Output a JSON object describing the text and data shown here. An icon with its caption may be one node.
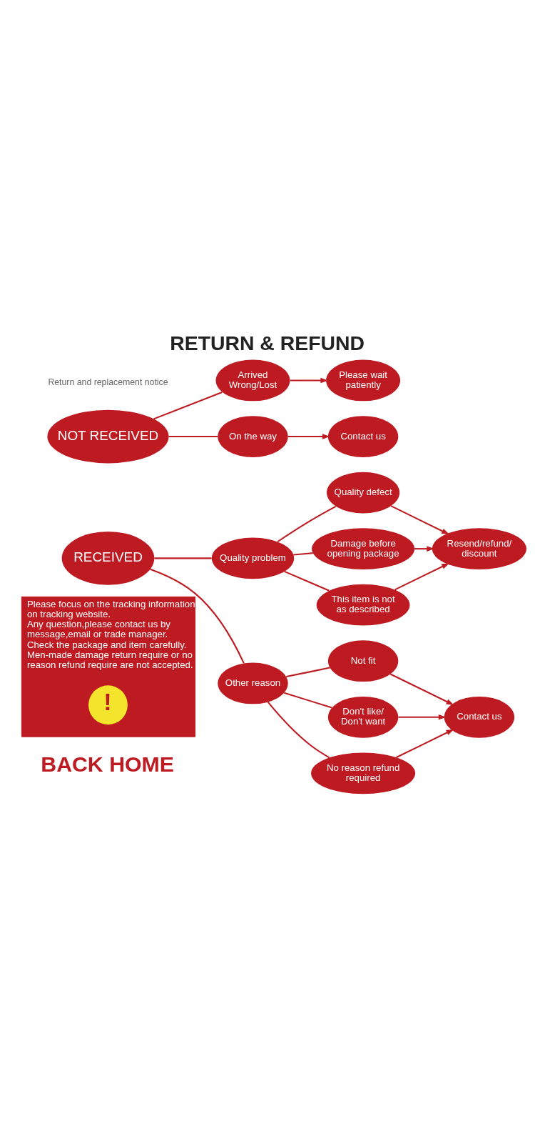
{
  "diagram": {
    "title": "RETURN & REFUND",
    "nodes": [
      {
        "text": [
          "NOT RECEIVED"
        ]
      },
      {
        "text": [
          "Arrived Wrong/Lost"
        ]
      },
      {
        "text": [
          "Please wait patiently"
        ]
      },
      {
        "text": [
          "On the way"
        ]
      },
      {
        "text": [
          "Contact us"
        ]
      },
      {
        "text": [
          "RECEIVED"
        ]
      },
      {
        "text": [
          "Quality problem"
        ]
      },
      {
        "text": [
          "Quality defect"
        ]
      },
      {
        "text": [
          "Damage before opening package"
        ]
      },
      {
        "text": [
          "This item is not as described"
        ]
      },
      {
        "text": [
          "Resend/refund/ discount"
        ]
      },
      {
        "text": [
          "Other reason"
        ]
      },
      {
        "text": [
          "Not fit"
        ]
      },
      {
        "text": [
          "Don't like/ Don't want"
        ]
      },
      {
        "text": [
          "No reason refund required"
        ]
      },
      {
        "text": [
          "Contact us"
        ]
      },
      {
        "text": [
          "Please focus on the tracking information on tracking website.",
          "Any question,please contact us by message,email or trade manager.",
          "Check the package and item carefully.",
          "Men-made damage return require or no reason refund require are not accepted."
        ]
      },
      {
        "text": [
          "!"
        ],
        "in": 16
      }
    ],
    "edges": [
      {
        "from": 0,
        "to": 1,
        "arrow": "none"
      },
      {
        "from": 0,
        "to": 3,
        "arrow": "none"
      },
      {
        "from": 1,
        "to": 2,
        "arrow": "to"
      },
      {
        "from": 3,
        "to": 4,
        "arrow": "to"
      },
      {
        "from": 5,
        "to": 6,
        "arrow": "none"
      },
      {
        "from": 5,
        "to": 11,
        "arrow": "none"
      },
      {
        "from": 6,
        "to": 7,
        "arrow": "none"
      },
      {
        "from": 6,
        "to": 8,
        "arrow": "none"
      },
      {
        "from": 6,
        "to": 9,
        "arrow": "none"
      },
      {
        "from": 7,
        "to": 10,
        "arrow": "to"
      },
      {
        "from": 8,
        "to": 10,
        "arrow": "to"
      },
      {
        "from": 9,
        "to": 10,
        "arrow": "to"
      },
      {
        "from": 11,
        "to": 12,
        "arrow": "none"
      },
      {
        "from": 11,
        "to": 13,
        "arrow": "none"
      },
      {
        "from": 11,
        "to": 14,
        "arrow": "none"
      },
      {
        "from": 12,
        "to": 15,
        "arrow": "to"
      },
      {
        "from": 13,
        "to": 15,
        "arrow": "to"
      },
      {
        "from": 14,
        "to": 15,
        "arrow": "to"
      }
    ],
    "labels": [
      "Return and replacement notice",
      "BACK HOME"
    ]
  }
}
